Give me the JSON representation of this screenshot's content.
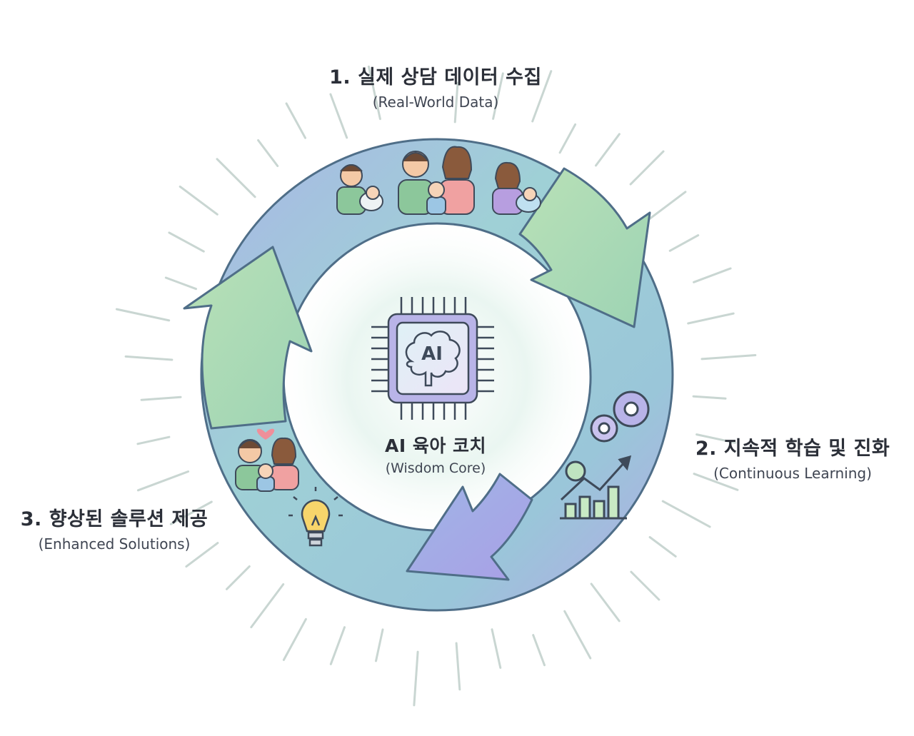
{
  "steps": [
    {
      "title": "1. 실제 상담 데이터 수집",
      "subtitle": "(Real-World Data)"
    },
    {
      "title": "2. 지속적 학습 및 진화",
      "subtitle": "(Continuous Learning)"
    },
    {
      "title": "3. 향상된 솔루션 제공",
      "subtitle": "(Enhanced Solutions)"
    }
  ],
  "core": {
    "title": "AI 육아 코치",
    "subtitle": "(Wisdom Core)",
    "chip_text": "AI"
  },
  "icons": [
    "family-icons",
    "gears-icon",
    "growth-chart-icon",
    "happy-family-icon",
    "lightbulb-icon",
    "ai-chip-icon"
  ],
  "colors": {
    "ring_blue": "#8fb7d6",
    "ring_green": "#b4dcb8",
    "ring_purple": "#a9a7e6",
    "outline": "#4f6e88",
    "center_glow": "#dff2ec"
  }
}
